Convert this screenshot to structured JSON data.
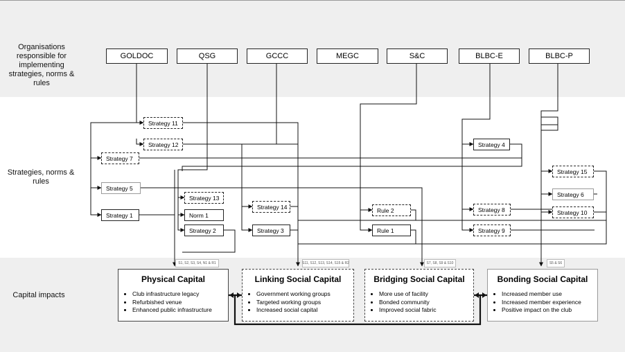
{
  "bands": {
    "organisations": "Organisations responsible for implementing strategies, norms & rules",
    "strategies": "Strategies, norms & rules",
    "capital": "Capital impacts"
  },
  "organisations": [
    "GOLDOC",
    "QSG",
    "GCCC",
    "MEGC",
    "S&C",
    "BLBC-E",
    "BLBC-P"
  ],
  "strategies": {
    "s11": "Strategy 11",
    "s12": "Strategy 12",
    "s7": "Strategy 7",
    "s5": "Strategy 5",
    "s1": "Strategy 1",
    "s13": "Strategy 13",
    "n1": "Norm 1",
    "s2": "Strategy 2",
    "s14": "Strategy 14",
    "s3": "Strategy 3",
    "r2": "Rule 2",
    "r1": "Rule 1",
    "s4": "Strategy 4",
    "s8": "Strategy 8",
    "s9": "Strategy 9",
    "s15": "Strategy 15",
    "s6": "Strategy 6",
    "s10": "Strategy 10"
  },
  "tags": {
    "physical": "S1, S2, S3, S4, N1 & R1",
    "linking": "S11, S12, S13, S14, S15 & R2",
    "bridging": "S7, S8, S9 & S10",
    "bonding": "S5 & S6"
  },
  "capitals": {
    "physical": {
      "title": "Physical Capital",
      "items": [
        "Club infrastructure legacy",
        "Refurbished venue",
        "Enhanced public infrastructure"
      ]
    },
    "linking": {
      "title": "Linking Social Capital",
      "items": [
        "Government working groups",
        "Targeted working groups",
        "Increased social capital"
      ]
    },
    "bridging": {
      "title": "Bridging Social Capital",
      "items": [
        "More use of facility",
        "Bonded community",
        "Improved social fabric"
      ]
    },
    "bonding": {
      "title": "Bonding Social Capital",
      "items": [
        "Increased member use",
        "Increased member experience",
        "Positive impact on the club"
      ]
    }
  }
}
